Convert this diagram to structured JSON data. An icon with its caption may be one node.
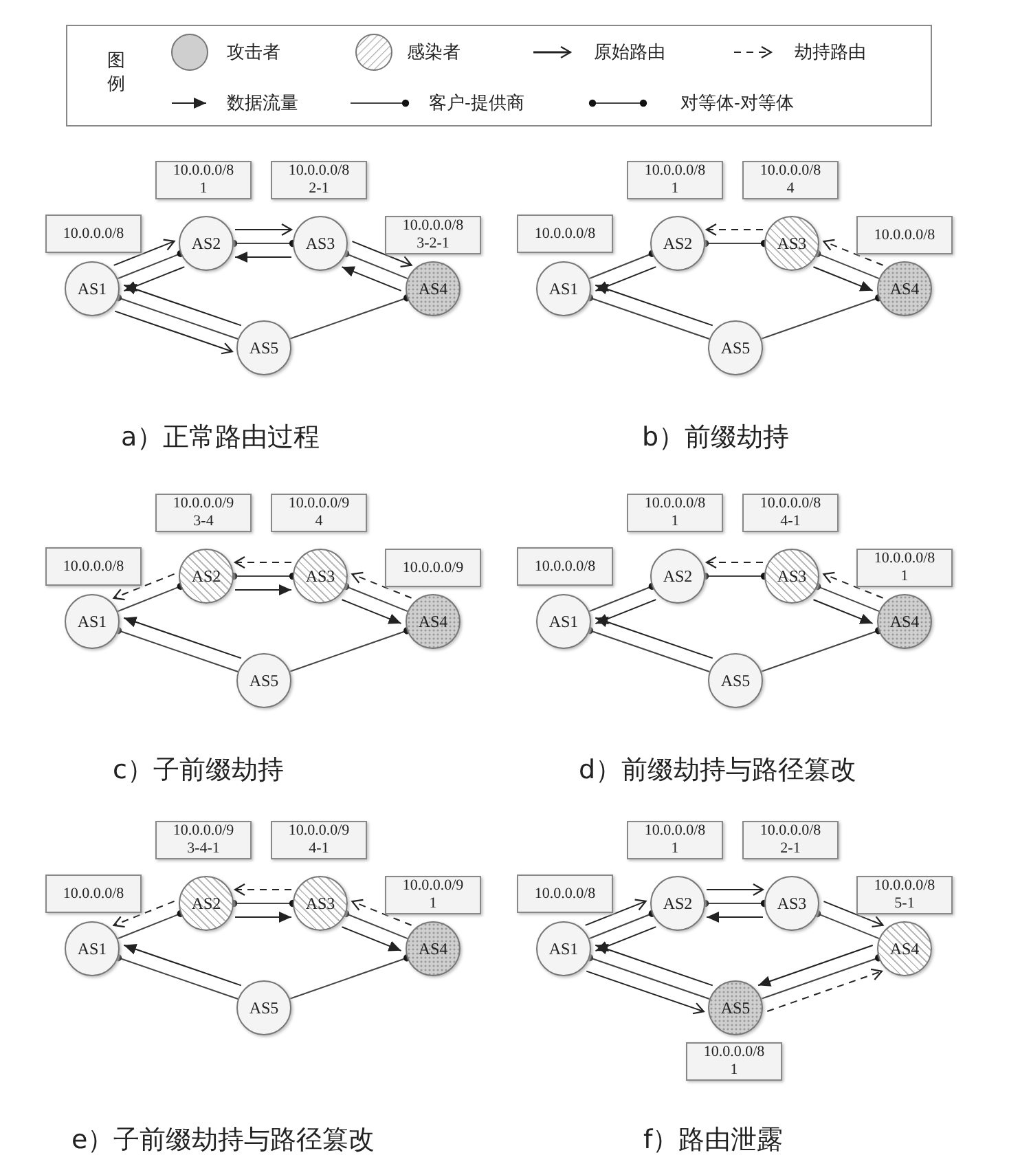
{
  "diagram": {
    "nodes": [
      {
        "text": [
          "AS1"
        ]
      },
      {
        "text": [
          "AS2"
        ]
      },
      {
        "text": [
          "AS3"
        ]
      },
      {
        "text": [
          "AS4"
        ]
      },
      {
        "text": [
          "AS5"
        ]
      },
      {
        "text": [
          "10.0.0.0/8"
        ]
      },
      {
        "text": [
          "10.0.0.0/8",
          "1"
        ]
      },
      {
        "text": [
          "10.0.0.0/8",
          "2-1"
        ]
      },
      {
        "text": [
          "10.0.0.0/8",
          "3-2-1"
        ]
      },
      {
        "text": [
          "AS1"
        ]
      },
      {
        "text": [
          "AS2"
        ]
      },
      {
        "text": [
          "AS3"
        ]
      },
      {
        "text": [
          "AS4"
        ]
      },
      {
        "text": [
          "AS5"
        ]
      },
      {
        "text": [
          "10.0.0.0/8"
        ]
      },
      {
        "text": [
          "10.0.0.0/8",
          "1"
        ]
      },
      {
        "text": [
          "10.0.0.0/8",
          "4"
        ]
      },
      {
        "text": [
          "10.0.0.0/8"
        ]
      },
      {
        "text": [
          "AS1"
        ]
      },
      {
        "text": [
          "AS2"
        ]
      },
      {
        "text": [
          "AS3"
        ]
      },
      {
        "text": [
          "AS4"
        ]
      },
      {
        "text": [
          "AS5"
        ]
      },
      {
        "text": [
          "10.0.0.0/8"
        ]
      },
      {
        "text": [
          "10.0.0.0/9",
          "3-4"
        ]
      },
      {
        "text": [
          "10.0.0.0/9",
          "4"
        ]
      },
      {
        "text": [
          "10.0.0.0/9"
        ]
      },
      {
        "text": [
          "AS1"
        ]
      },
      {
        "text": [
          "AS2"
        ]
      },
      {
        "text": [
          "AS3"
        ]
      },
      {
        "text": [
          "AS4"
        ]
      },
      {
        "text": [
          "AS5"
        ]
      },
      {
        "text": [
          "10.0.0.0/8"
        ]
      },
      {
        "text": [
          "10.0.0.0/8",
          "1"
        ]
      },
      {
        "text": [
          "10.0.0.0/8",
          "4-1"
        ]
      },
      {
        "text": [
          "10.0.0.0/8",
          "1"
        ]
      },
      {
        "text": [
          "AS1"
        ]
      },
      {
        "text": [
          "AS2"
        ]
      },
      {
        "text": [
          "AS3"
        ]
      },
      {
        "text": [
          "AS4"
        ]
      },
      {
        "text": [
          "AS5"
        ]
      },
      {
        "text": [
          "10.0.0.0/8"
        ]
      },
      {
        "text": [
          "10.0.0.0/9",
          "3-4-1"
        ]
      },
      {
        "text": [
          "10.0.0.0/9",
          "4-1"
        ]
      },
      {
        "text": [
          "10.0.0.0/9",
          "1"
        ]
      },
      {
        "text": [
          "AS1"
        ]
      },
      {
        "text": [
          "AS2"
        ]
      },
      {
        "text": [
          "AS3"
        ]
      },
      {
        "text": [
          "AS4"
        ]
      },
      {
        "text": [
          "AS5"
        ]
      },
      {
        "text": [
          "10.0.0.0/8"
        ]
      },
      {
        "text": [
          "10.0.0.0/8",
          "1"
        ]
      },
      {
        "text": [
          "10.0.0.0/8",
          "2-1"
        ]
      },
      {
        "text": [
          "10.0.0.0/8",
          "5-1"
        ]
      },
      {
        "text": [
          "10.0.0.0/8",
          "1"
        ]
      }
    ],
    "edges": [
      {
        "from": 0,
        "to": 1,
        "arrow": "other"
      },
      {
        "from": 1,
        "to": 2,
        "arrow": "other"
      },
      {
        "from": 3,
        "to": 2,
        "arrow": "other"
      },
      {
        "from": 4,
        "to": 0,
        "arrow": "other"
      },
      {
        "from": 4,
        "to": 3,
        "arrow": "other"
      },
      {
        "from": 0,
        "to": 1,
        "arrow": "to"
      },
      {
        "from": 1,
        "to": 0,
        "arrow": "to"
      },
      {
        "from": 1,
        "to": 2,
        "arrow": "to"
      },
      {
        "from": 2,
        "to": 1,
        "arrow": "to"
      },
      {
        "from": 2,
        "to": 3,
        "arrow": "to"
      },
      {
        "from": 3,
        "to": 2,
        "arrow": "to"
      },
      {
        "from": 4,
        "to": 0,
        "arrow": "to"
      },
      {
        "from": 0,
        "to": 4,
        "arrow": "to"
      },
      {
        "from": 9,
        "to": 10,
        "arrow": "other"
      },
      {
        "from": 10,
        "to": 11,
        "arrow": "other"
      },
      {
        "from": 12,
        "to": 11,
        "arrow": "other"
      },
      {
        "from": 13,
        "to": 9,
        "arrow": "other"
      },
      {
        "from": 13,
        "to": 12,
        "arrow": "other"
      },
      {
        "from": 11,
        "to": 10,
        "arrow": "to",
        "style": "dashed"
      },
      {
        "from": 12,
        "to": 11,
        "arrow": "to",
        "style": "dashed"
      },
      {
        "from": 11,
        "to": 12,
        "arrow": "to"
      },
      {
        "from": 10,
        "to": 9,
        "arrow": "to"
      },
      {
        "from": 13,
        "to": 9,
        "arrow": "to"
      },
      {
        "from": 18,
        "to": 19,
        "arrow": "other"
      },
      {
        "from": 19,
        "to": 20,
        "arrow": "other"
      },
      {
        "from": 21,
        "to": 20,
        "arrow": "other"
      },
      {
        "from": 22,
        "to": 18,
        "arrow": "other"
      },
      {
        "from": 22,
        "to": 21,
        "arrow": "other"
      },
      {
        "from": 19,
        "to": 18,
        "arrow": "to",
        "style": "dashed"
      },
      {
        "from": 20,
        "to": 19,
        "arrow": "to",
        "style": "dashed"
      },
      {
        "from": 19,
        "to": 20,
        "arrow": "to"
      },
      {
        "from": 21,
        "to": 20,
        "arrow": "to",
        "style": "dashed"
      },
      {
        "from": 20,
        "to": 21,
        "arrow": "to"
      },
      {
        "from": 22,
        "to": 18,
        "arrow": "to"
      },
      {
        "from": 27,
        "to": 28,
        "arrow": "other"
      },
      {
        "from": 28,
        "to": 29,
        "arrow": "other"
      },
      {
        "from": 30,
        "to": 29,
        "arrow": "other"
      },
      {
        "from": 31,
        "to": 27,
        "arrow": "other"
      },
      {
        "from": 31,
        "to": 30,
        "arrow": "other"
      },
      {
        "from": 29,
        "to": 28,
        "arrow": "to",
        "style": "dashed"
      },
      {
        "from": 30,
        "to": 29,
        "arrow": "to",
        "style": "dashed"
      },
      {
        "from": 29,
        "to": 30,
        "arrow": "to"
      },
      {
        "from": 28,
        "to": 27,
        "arrow": "to"
      },
      {
        "from": 31,
        "to": 27,
        "arrow": "to"
      },
      {
        "from": 36,
        "to": 37,
        "arrow": "other"
      },
      {
        "from": 37,
        "to": 38,
        "arrow": "other"
      },
      {
        "from": 39,
        "to": 38,
        "arrow": "other"
      },
      {
        "from": 40,
        "to": 36,
        "arrow": "other"
      },
      {
        "from": 40,
        "to": 39,
        "arrow": "other"
      },
      {
        "from": 37,
        "to": 36,
        "arrow": "to",
        "style": "dashed"
      },
      {
        "from": 38,
        "to": 37,
        "arrow": "to",
        "style": "dashed"
      },
      {
        "from": 37,
        "to": 38,
        "arrow": "to"
      },
      {
        "from": 39,
        "to": 38,
        "arrow": "to",
        "style": "dashed"
      },
      {
        "from": 38,
        "to": 39,
        "arrow": "to"
      },
      {
        "from": 40,
        "to": 36,
        "arrow": "to"
      },
      {
        "from": 45,
        "to": 46,
        "arrow": "other"
      },
      {
        "from": 46,
        "to": 47,
        "arrow": "other"
      },
      {
        "from": 48,
        "to": 47,
        "arrow": "other"
      },
      {
        "from": 49,
        "to": 45,
        "arrow": "other"
      },
      {
        "from": 49,
        "to": 48,
        "arrow": "other"
      },
      {
        "from": 45,
        "to": 46,
        "arrow": "to"
      },
      {
        "from": 46,
        "to": 45,
        "arrow": "to"
      },
      {
        "from": 46,
        "to": 47,
        "arrow": "to"
      },
      {
        "from": 47,
        "to": 46,
        "arrow": "to"
      },
      {
        "from": 47,
        "to": 48,
        "arrow": "to"
      },
      {
        "from": 48,
        "to": 49,
        "arrow": "to"
      },
      {
        "from": 49,
        "to": 45,
        "arrow": "to"
      },
      {
        "from": 45,
        "to": 49,
        "arrow": "to"
      },
      {
        "from": 49,
        "to": 48,
        "arrow": "to",
        "style": "dashed"
      }
    ],
    "labels": [
      "图例",
      "a）正常路由过程",
      "b）前缀劫持",
      "c）子前缀劫持",
      "d）前缀劫持与路径篡改",
      "e）子前缀劫持与路径篡改",
      "f）路由泄露"
    ],
    "legend": [
      {
        "text": "攻击者"
      },
      {
        "text": "感染者"
      },
      {
        "text": "原始路由"
      },
      {
        "text": "劫持路由"
      },
      {
        "text": "数据流量"
      },
      {
        "text": "客户-提供商"
      },
      {
        "text": "对等体-对等体"
      }
    ]
  }
}
